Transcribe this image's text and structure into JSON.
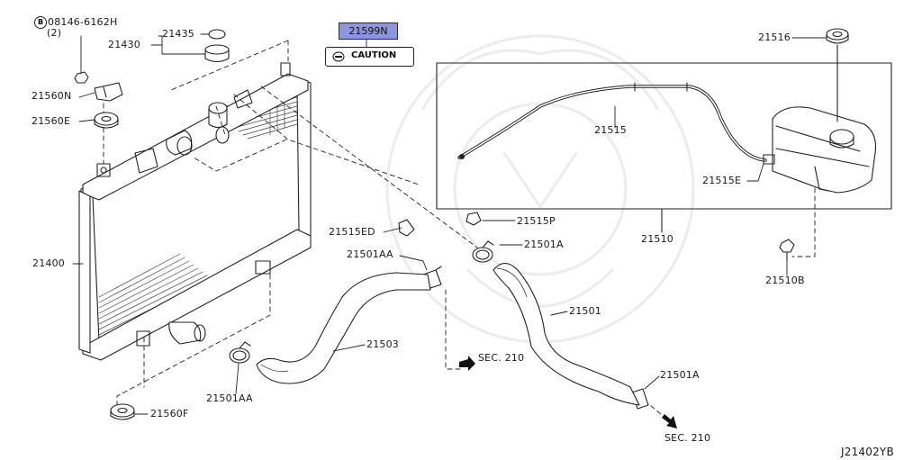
{
  "diagram": {
    "labels": {
      "p08146": "08146-6162H",
      "p08146_qty": "(2)",
      "bolt_mark": "B",
      "p21435": "21435",
      "p21430": "21430",
      "p21560N": "21560N",
      "p21560E": "21560E",
      "p21400": "21400",
      "p21560F": "21560F",
      "p21599N": "21599N",
      "caution": "CAUTION",
      "p21516": "21516",
      "p21515": "21515",
      "p21515E": "21515E",
      "p21510": "21510",
      "p21510B": "21510B",
      "p21515ED": "21515ED",
      "p21515P": "21515P",
      "p21501A_top": "21501A",
      "p21501AA_top": "21501AA",
      "p21501": "21501",
      "p21503": "21503",
      "p21501AA_bottom": "21501AA",
      "p21501A_bottom": "21501A",
      "sec210_mid": "SEC. 210",
      "sec210_bottom": "SEC. 210",
      "code": "J21402YB"
    },
    "highlighted_part": "21599N",
    "highlight_color": "#8d95e1",
    "icons": [
      "bolt-symbol-icon",
      "caution-icon",
      "arrow-icon"
    ]
  }
}
